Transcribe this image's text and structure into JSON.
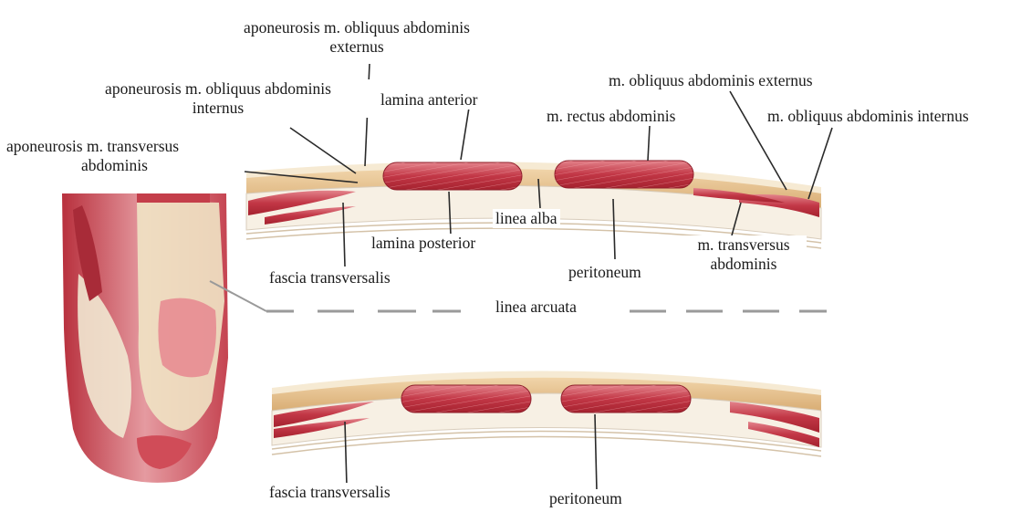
{
  "labels": {
    "apon_ext_l1": "aponeurosis m. obliquus abdominis",
    "apon_ext_l2": "externus",
    "apon_int_l1": "aponeurosis m. obliquus abdominis",
    "apon_int_l2": "internus",
    "apon_trans_l1": "aponeurosis m. transversus",
    "apon_trans_l2": "abdominis",
    "lamina_anterior": "lamina anterior",
    "rectus": "m. rectus abdominis",
    "obl_ext": "m. obliquus abdominis externus",
    "obl_int": "m. obliquus abdominis internus",
    "linea_alba": "linea alba",
    "lamina_posterior": "lamina posterior",
    "trans_l1": "m. transversus",
    "trans_l2": "abdominis",
    "fascia_top": "fascia transversalis",
    "peritoneum_top": "peritoneum",
    "linea_arcuata": "linea arcuata",
    "fascia_bottom": "fascia transversalis",
    "peritoneum_bottom": "peritoneum"
  },
  "colors": {
    "muscle": "#c8424f",
    "muscle_light": "#e07a83",
    "fat": "#e9c79a",
    "skin": "#f3e4c8",
    "fascia": "#f6efe6",
    "leader": "#333333",
    "dash": "#9a9a9a"
  }
}
